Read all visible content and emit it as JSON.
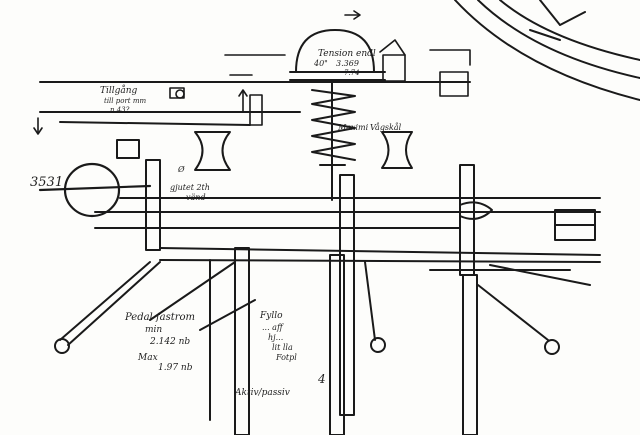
{
  "annotations": {
    "dim_left": "3531",
    "spring_note_1": "Tension endl",
    "spring_note_2": "40\"",
    "spring_note_3": "3.369",
    "spring_note_4": "7.74",
    "top_left_note_1": "Tillgång",
    "top_left_note_2": "till port mm",
    "top_left_note_3": "n 43?",
    "mid_note_1": "Ø",
    "mid_note_2": "gjutet 2th",
    "mid_note_3": "vänd",
    "right_note_1": "Maximi",
    "right_note_2": "Vågskål",
    "lower_left_note_1": "Pedal fastrom",
    "lower_left_note_2": "min",
    "lower_left_note_3": "2.142 nb",
    "lower_left_note_4": "Max",
    "lower_left_note_5": "1.97 nb",
    "lower_mid_note_1": "Fyllo",
    "lower_mid_note_2": "... aff",
    "lower_mid_note_3": "hj...",
    "lower_mid_note_4": "lit lla",
    "lower_mid_note_5": "Fotpl",
    "bottom_note": "Aktiv/passiv",
    "arrow_label": "4"
  }
}
